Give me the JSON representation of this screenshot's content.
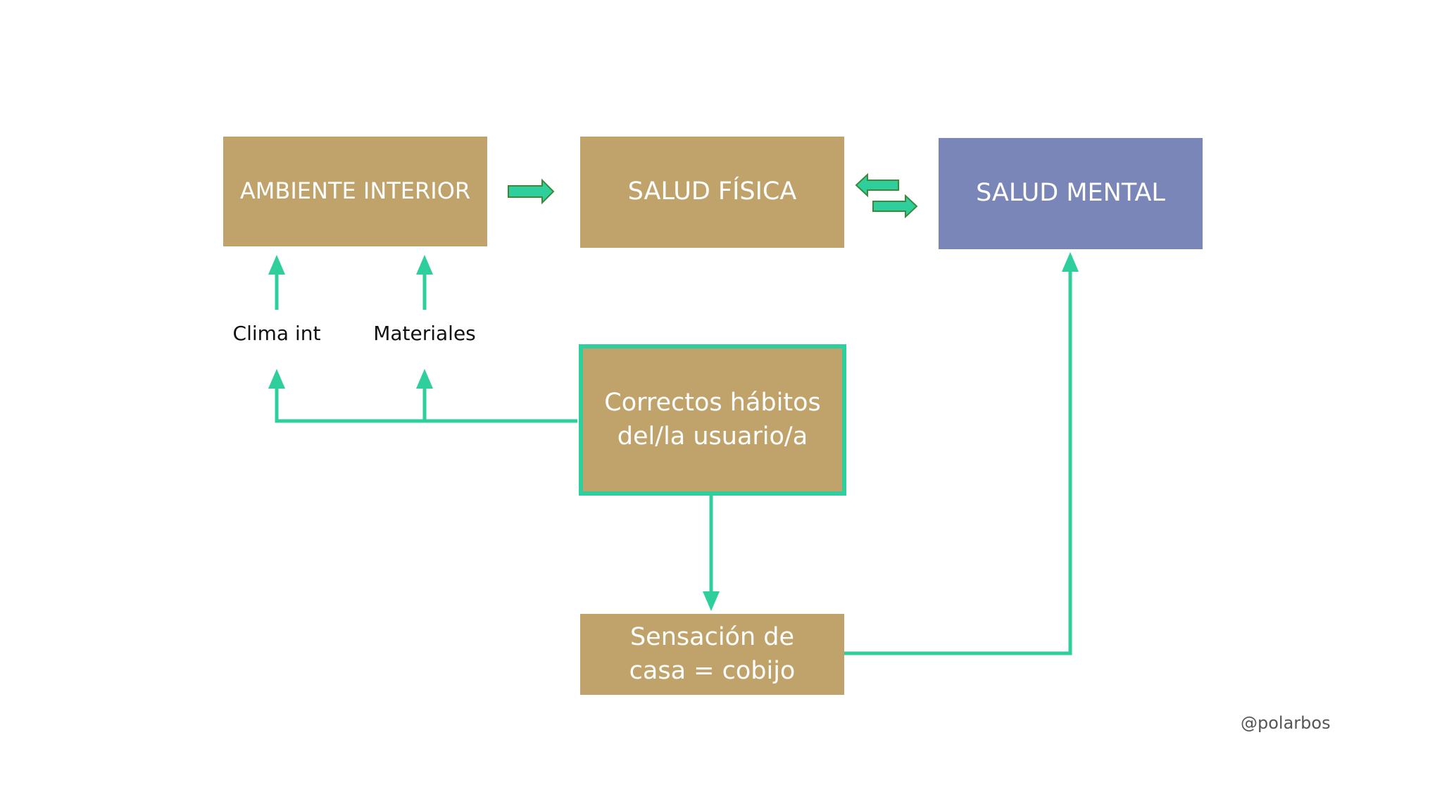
{
  "nodes": {
    "ambiente": "AMBIENTE INTERIOR",
    "fisica": "SALUD FÍSICA",
    "mental": "SALUD MENTAL",
    "habitos_line1": "Correctos hábitos",
    "habitos_line2": "del/la usuario/a",
    "sensacion_line1": "Sensación de",
    "sensacion_line2": "casa = cobijo"
  },
  "labels": {
    "clima": "Clima int",
    "materiales": "Materiales"
  },
  "credit": "@polarbos",
  "colors": {
    "box_tan": "#c0a36b",
    "box_mental": "#7a86b8",
    "arrow_green": "#2ecf9c",
    "arrow_outline": "#3a8a3a"
  }
}
